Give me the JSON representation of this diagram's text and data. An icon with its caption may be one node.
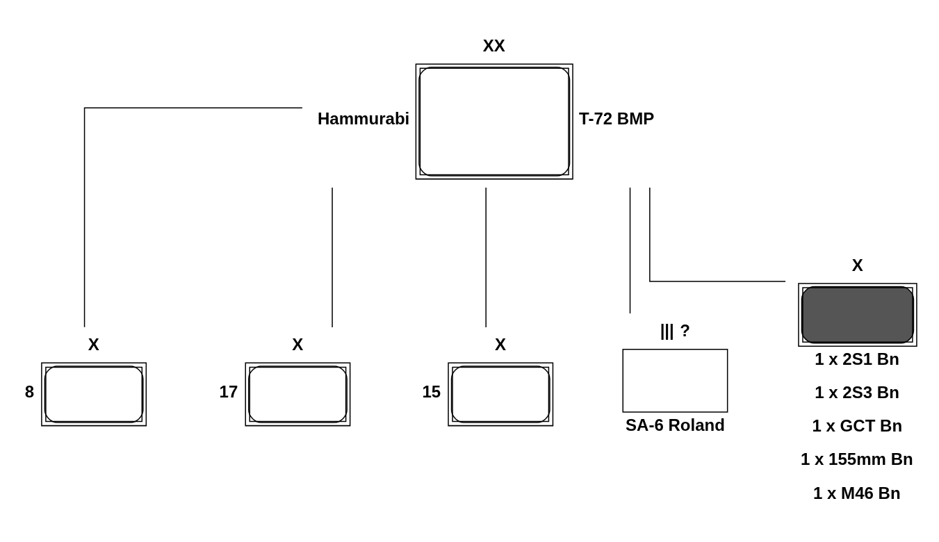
{
  "diagram": {
    "nodes": [
      {
        "text": [
          "XX"
        ],
        "beside": [
          "Hammurabi",
          "T-72 BMP"
        ]
      },
      {
        "text": [
          "X"
        ],
        "beside": [
          "8"
        ]
      },
      {
        "text": [
          "X"
        ],
        "beside": [
          "17"
        ]
      },
      {
        "text": [
          "X"
        ],
        "beside": [
          "15"
        ]
      },
      {
        "text": [
          "|||",
          "?"
        ],
        "beside": [
          "SA-6 Roland"
        ]
      },
      {
        "text": [
          "X"
        ],
        "beside": [
          "1 x 2S1 Bn",
          "1 x 2S3 Bn",
          "1 x GCT Bn",
          "1 x 155mm Bn",
          "1 x M46 Bn"
        ]
      }
    ],
    "edges": [
      {
        "from": 0,
        "to": 1,
        "arrow": "none"
      },
      {
        "from": 0,
        "to": 2,
        "arrow": "none"
      },
      {
        "from": 0,
        "to": 3,
        "arrow": "none"
      },
      {
        "from": 0,
        "to": 4,
        "arrow": "none"
      },
      {
        "from": 0,
        "to": 5,
        "arrow": "none"
      }
    ]
  }
}
